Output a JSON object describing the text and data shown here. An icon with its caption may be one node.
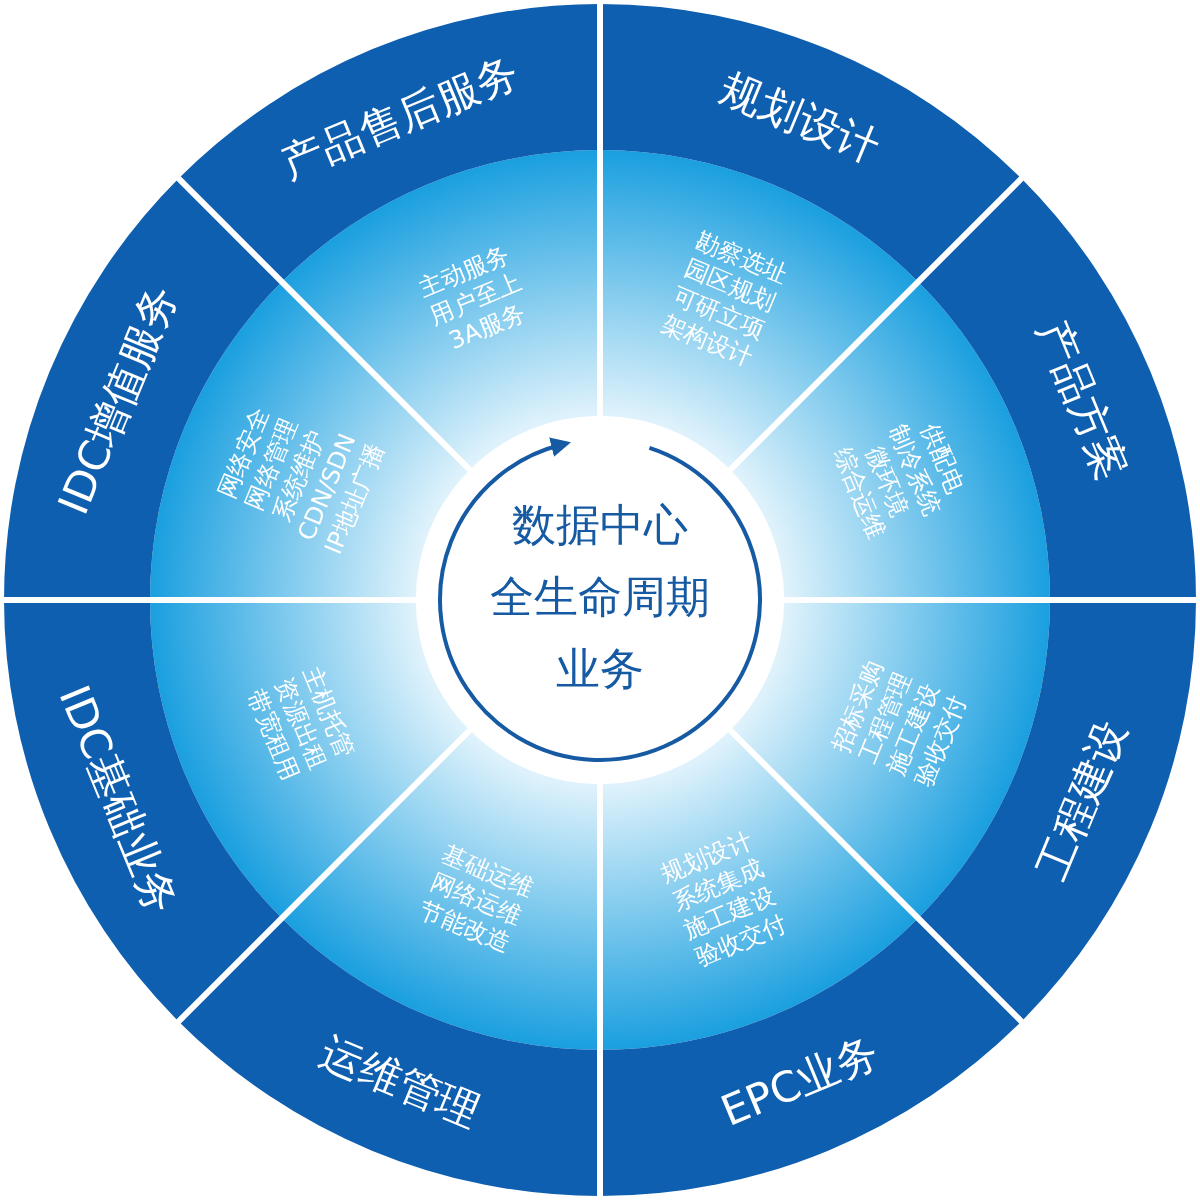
{
  "diagram": {
    "nodes": [
      {
        "text": [
          "数据中心",
          "全生命周期",
          "业务"
        ]
      },
      {
        "text": [
          "规划设计",
          "勘察选址",
          "园区规划",
          "可研立项",
          "架构设计"
        ]
      },
      {
        "text": [
          "产品方案",
          "供配电",
          "制冷系统",
          "微环境",
          "综合运维"
        ]
      },
      {
        "text": [
          "工程建设",
          "招标采购",
          "工程管理",
          "施工建设",
          "验收交付"
        ]
      },
      {
        "text": [
          "EPC业务",
          "规划设计",
          "系统集成",
          "施工建设",
          "验收交付"
        ]
      },
      {
        "text": [
          "运维管理",
          "基础运维",
          "网络运维",
          "节能改造"
        ]
      },
      {
        "text": [
          "IDC基础业务",
          "主机托管",
          "资源出租",
          "带宽租用"
        ]
      },
      {
        "text": [
          "IDC增值服务",
          "网络安全",
          "网络管理",
          "系统维护",
          "CDN/SDN",
          "IP地址广播"
        ]
      },
      {
        "text": [
          "产品售后服务",
          "主动服务",
          "用户至上",
          "3A服务"
        ]
      }
    ],
    "edges": []
  }
}
